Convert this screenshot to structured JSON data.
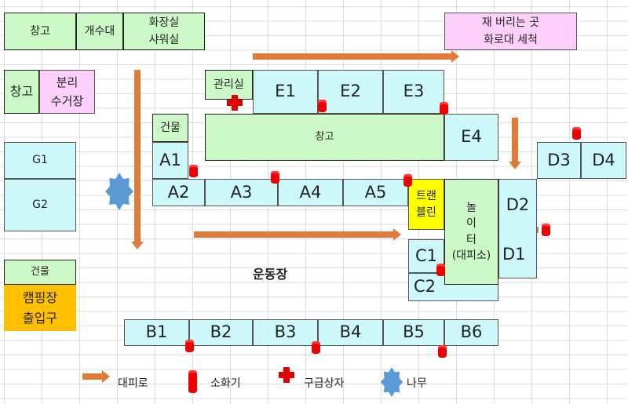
{
  "top": {
    "storage": "창고",
    "sink": "개수대",
    "restroom": "화장실\n샤워실",
    "ash": "재 버리는 곳\n화로대 세척"
  },
  "left": {
    "storage": "창고",
    "recycle": "분리\n수거장",
    "g1": "G1",
    "g2": "G2",
    "building": "건물",
    "entrance": "캠핑장\n출입구"
  },
  "center": {
    "office": "관리실",
    "building": "건물",
    "storage": "창고",
    "field": "운동장",
    "trampoline": "트랜\n블린",
    "playground": "놀\n이\n터\n(대피소)"
  },
  "sites": {
    "E": [
      "E1",
      "E2",
      "E3",
      "E4"
    ],
    "A": [
      "A1",
      "A2",
      "A3",
      "A4",
      "A5"
    ],
    "D": [
      "D1",
      "D2",
      "D3",
      "D4"
    ],
    "C": [
      "C1",
      "C2"
    ],
    "B": [
      "B1",
      "B2",
      "B3",
      "B4",
      "B5",
      "B6"
    ]
  },
  "legend": {
    "route": "대피로",
    "extinguisher": "소화기",
    "firstaid": "구급상자",
    "tree": "나무"
  },
  "colors": {
    "route": "#e07b39",
    "extinguisher": "#e00000",
    "firstaid": "#e00000",
    "tree": "#5b9bd5",
    "building": "#ccf7c7",
    "site": "#ccf8fa",
    "entrance": "#ffc000"
  }
}
